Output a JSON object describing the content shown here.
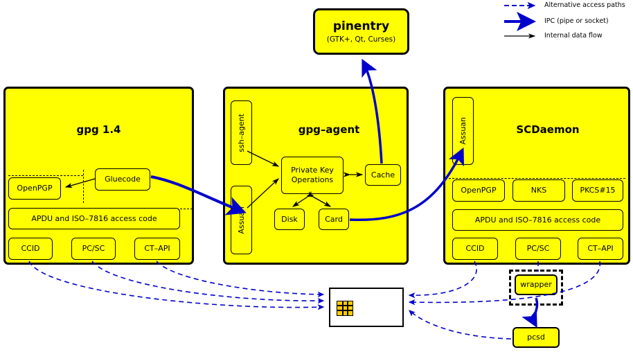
{
  "legend": {
    "items": [
      {
        "label": "Alternative access paths",
        "style": "dashed-blue",
        "color": "#0000cc"
      },
      {
        "label": "IPC (pipe or socket)",
        "style": "solid-thick-blue",
        "color": "#0000cc"
      },
      {
        "label": "Internal data flow",
        "style": "solid-thin-black",
        "color": "#000000"
      }
    ]
  },
  "pinentry": {
    "title": "pinentry",
    "subtitle": "(GTK+, Qt, Curses)"
  },
  "gpg": {
    "title": "gpg 1.4",
    "gluecode": "Gluecode",
    "openpgp": "OpenPGP",
    "apdu": "APDU and ISO–7816 access code",
    "drivers": [
      "CCID",
      "PC/SC",
      "CT–API"
    ]
  },
  "gpgagent": {
    "title": "gpg–agent",
    "ssh_agent": "ssh–agent",
    "assuan": "Assuan",
    "pko_line1": "Private Key",
    "pko_line2": "Operations",
    "cache": "Cache",
    "disk": "Disk",
    "card": "Card"
  },
  "scdaemon": {
    "title": "SCDaemon",
    "assuan": "Assuan",
    "apps": [
      "OpenPGP",
      "NKS",
      "PKCS#15"
    ],
    "apdu": "APDU and ISO–7816 access code",
    "drivers": [
      "CCID",
      "PC/SC",
      "CT–API"
    ]
  },
  "bottom": {
    "wrapper": "wrapper",
    "pcsd": "pcsd",
    "smartcard_icon": "smartcard-chip"
  },
  "colors": {
    "box_fill": "#ffff00",
    "outline": "#000000",
    "ipc_blue": "#0000cc",
    "card_fill": "#ffffff",
    "chip_gold": "#ffcc00"
  }
}
